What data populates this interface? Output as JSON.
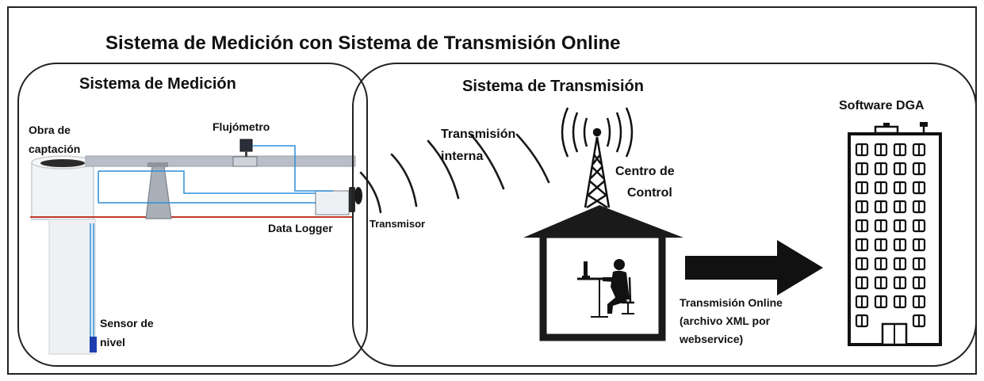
{
  "title": "Sistema de Medición con Sistema de Transmisión Online",
  "left_panel": {
    "heading": "Sistema de Medición",
    "labels": {
      "intake_line1": "Obra de",
      "intake_line2": "captación",
      "flowmeter": "Flujómetro",
      "data_logger": "Data Logger",
      "sensor_line1": "Sensor de",
      "sensor_line2": "nivel"
    }
  },
  "right_panel": {
    "heading": "Sistema de Transmisión",
    "labels": {
      "transmitter": "Transmisor",
      "internal_line1": "Transmisión",
      "internal_line2": "interna",
      "control_line1": "Centro de",
      "control_line2": "Control",
      "software": "Software DGA",
      "online_line1": "Transmisión Online",
      "online_line2": "(archivo XML por",
      "online_line3": "webservice)"
    }
  },
  "colors": {
    "pipe": "#b9bec8",
    "wire": "#2e8fd8",
    "ground_line": "#c0392b",
    "sensor": "#1f3fb0",
    "outline": "#222222",
    "icons": "#111111"
  },
  "icons": [
    "antenna-tower-icon",
    "house-icon",
    "person-at-computer-icon",
    "office-building-icon",
    "arrow-right-icon",
    "radio-waves-icon"
  ]
}
